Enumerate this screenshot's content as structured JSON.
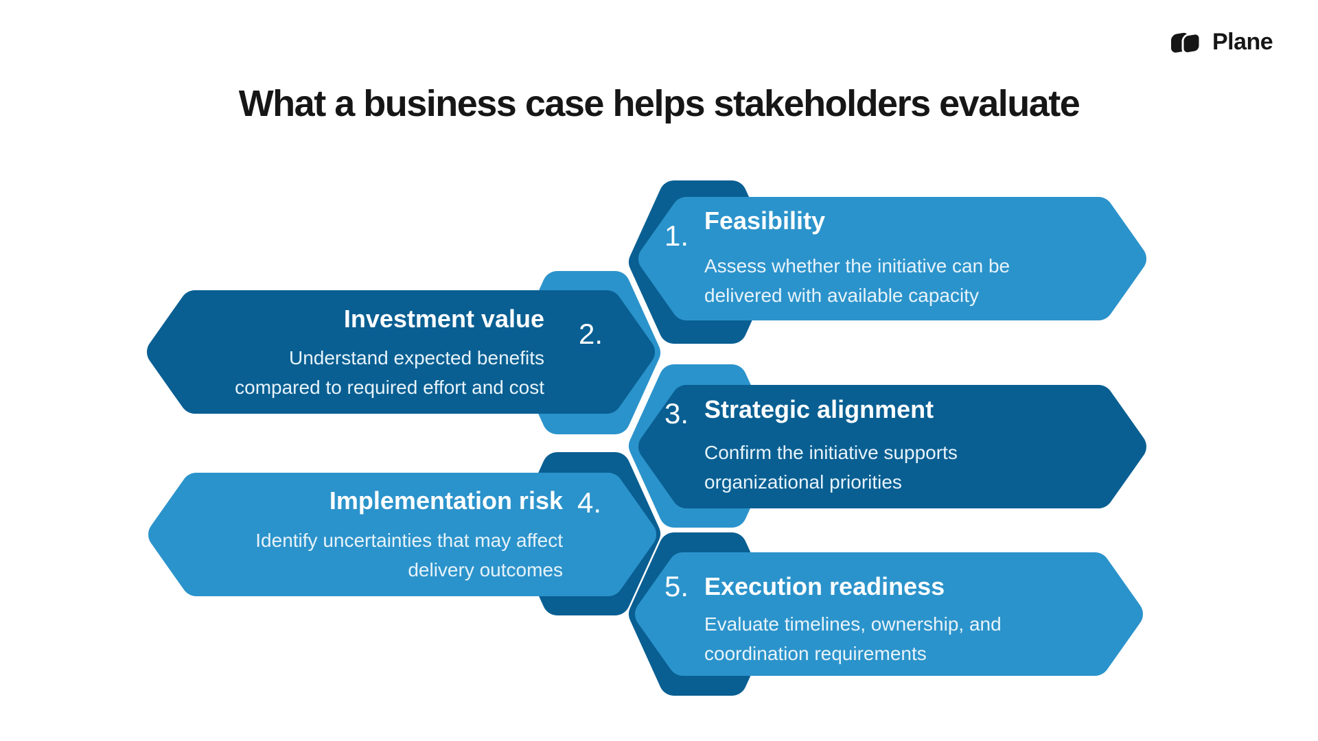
{
  "colors": {
    "light": "#2B93CB",
    "dark": "#095F92",
    "title_text": "#161616",
    "desc_text": "#E7F3FA",
    "white": "#FFFFFF",
    "background": "#FFFFFF",
    "logo_text": "#161616"
  },
  "header": {
    "logo_text": "Plane",
    "title": "What a business case helps stakeholders evaluate"
  },
  "items": [
    {
      "number": "1.",
      "title": "Feasibility",
      "description_lines": [
        "Assess whether the initiative can be",
        "delivered with available capacity"
      ]
    },
    {
      "number": "2.",
      "title": "Investment value",
      "description_lines": [
        "Understand expected benefits",
        "compared to required effort and cost"
      ]
    },
    {
      "number": "3.",
      "title": "Strategic alignment",
      "description_lines": [
        "Confirm the initiative supports",
        "organizational priorities"
      ]
    },
    {
      "number": "4.",
      "title": "Implementation risk",
      "description_lines": [
        "Identify uncertainties that may affect",
        "delivery outcomes"
      ]
    },
    {
      "number": "5.",
      "title": "Execution readiness",
      "description_lines": [
        "Evaluate timelines, ownership, and",
        "coordination requirements"
      ]
    }
  ]
}
